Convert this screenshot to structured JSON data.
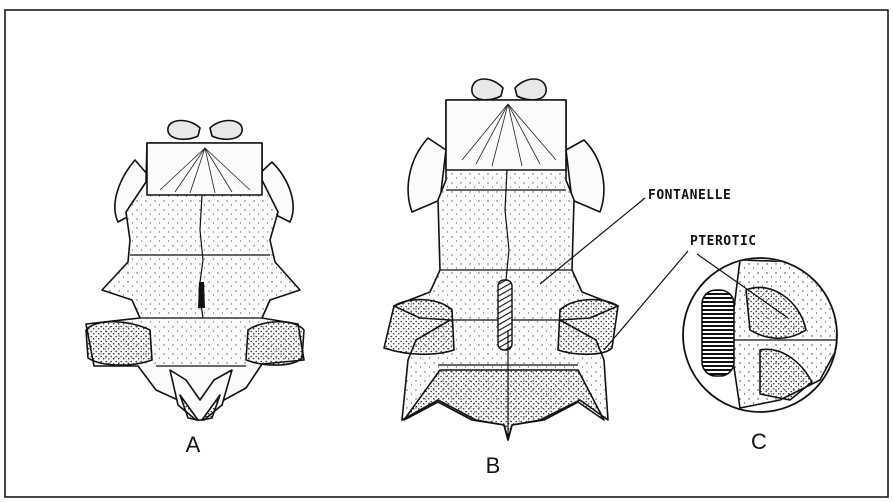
{
  "labels": {
    "fontanelle": "FONTANELLE",
    "pterotic": "PTEROTIC"
  },
  "panels": {
    "a": "A",
    "b": "B",
    "c": "C"
  },
  "colors": {
    "ink": "#111111",
    "background": "#ffffff",
    "fontanelle_hatch": "#111111"
  }
}
